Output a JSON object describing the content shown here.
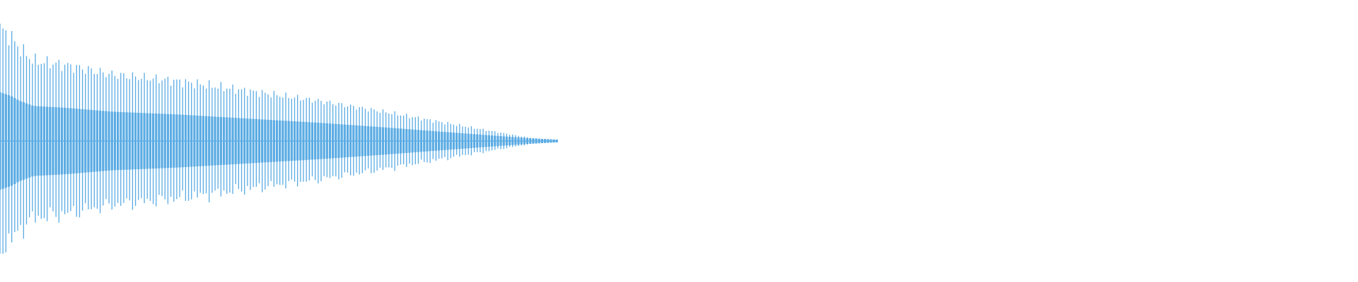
{
  "waveform": {
    "color": "#5AABE3",
    "background": "#FFFFFF",
    "peak_count": 190,
    "sound_fraction": 0.41,
    "envelope": [
      [
        0.0,
        1.0
      ],
      [
        0.005,
        0.98
      ],
      [
        0.02,
        0.92
      ],
      [
        0.035,
        0.82
      ],
      [
        0.06,
        0.71
      ],
      [
        0.12,
        0.67
      ],
      [
        0.2,
        0.59
      ],
      [
        0.32,
        0.53
      ],
      [
        0.45,
        0.44
      ],
      [
        0.58,
        0.35
      ],
      [
        0.7,
        0.25
      ],
      [
        0.8,
        0.16
      ],
      [
        0.88,
        0.09
      ],
      [
        0.95,
        0.03
      ],
      [
        1.0,
        0.0
      ]
    ]
  }
}
